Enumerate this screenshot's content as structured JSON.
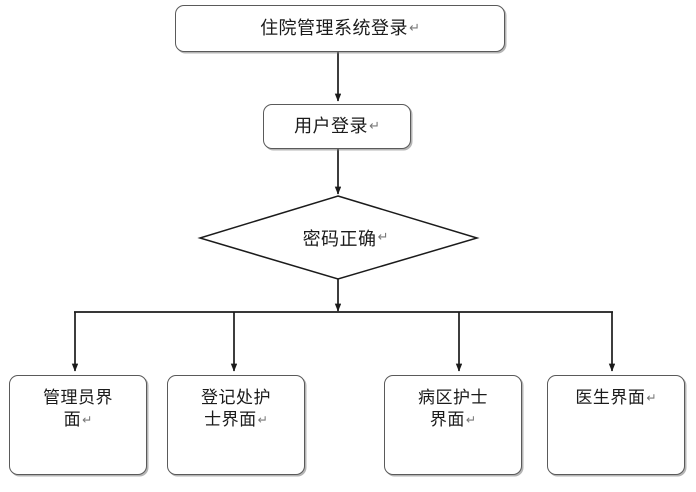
{
  "diagram": {
    "type": "flowchart",
    "title_text": "住院管理系统登录",
    "orientation": "top-to-bottom",
    "background_color": "#ffffff",
    "line_color": "#1b1b1b",
    "box_border_color": "#5a5a5a",
    "text_color": "#1b1b1b",
    "pilcrow_glyph": "↵",
    "nodes": {
      "title": {
        "label": "住院管理系统登录",
        "mark": "↵",
        "shape": "rounded-rect"
      },
      "login": {
        "label": "用户登录",
        "mark": "↵",
        "shape": "rounded-rect"
      },
      "decision": {
        "label": "密码正确",
        "mark": "↵",
        "shape": "diamond"
      },
      "admin": {
        "label": "管理员界\n面",
        "mark": "↵",
        "shape": "rounded-rect"
      },
      "registration_nurse": {
        "label": "登记处护\n士界面",
        "mark": "↵",
        "shape": "rounded-rect"
      },
      "ward_nurse": {
        "label": "病区护士\n界面",
        "mark": "↵",
        "shape": "rounded-rect"
      },
      "doctor": {
        "label": "医生界面",
        "mark": "↵",
        "shape": "rounded-rect"
      }
    },
    "edges": [
      {
        "from": "title",
        "to": "login",
        "style": "straight-arrow"
      },
      {
        "from": "login",
        "to": "decision",
        "style": "straight-arrow"
      },
      {
        "from": "decision",
        "to": "branch-bus",
        "style": "straight-arrow"
      },
      {
        "from": "branch-bus",
        "to": "admin",
        "style": "elbow-arrow"
      },
      {
        "from": "branch-bus",
        "to": "registration_nurse",
        "style": "elbow-arrow"
      },
      {
        "from": "branch-bus",
        "to": "ward_nurse",
        "style": "elbow-arrow"
      },
      {
        "from": "branch-bus",
        "to": "doctor",
        "style": "elbow-arrow"
      }
    ]
  }
}
